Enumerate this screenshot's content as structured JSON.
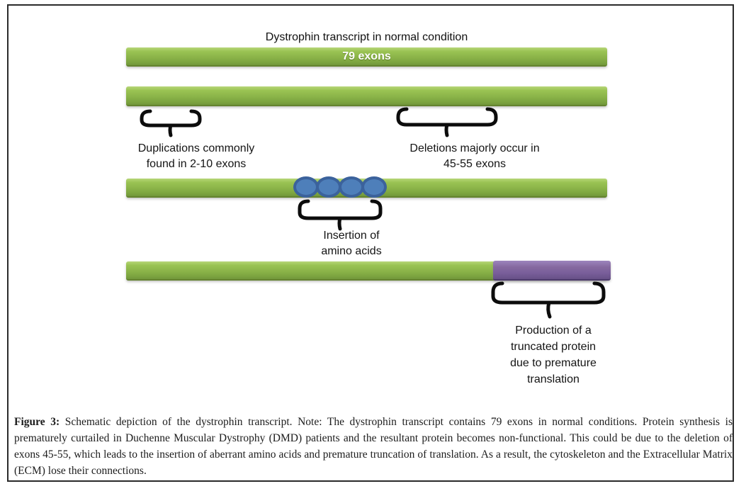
{
  "diagram": {
    "title": "Dystrophin transcript in normal condition",
    "normal_bar_label": "79 exons",
    "amino_acid_count": 4,
    "annotations": {
      "duplications": "Duplications commonly\nfound in 2-10 exons",
      "deletions": "Deletions majorly occur in\n45-55 exons",
      "insertion": "Insertion of\namino acids",
      "truncation": "Production of a\ntruncated protein\ndue to premature\ntranslation"
    },
    "colors": {
      "exon_green": "#8bb449",
      "truncated_purple": "#7a5f9b",
      "amino_acid_blue": "#4e7fba",
      "amino_acid_border": "#3b629c",
      "brace_black": "#0c0c0c"
    }
  },
  "caption": {
    "label": "Figure 3:",
    "text": "Schematic depiction of the dystrophin transcript. Note: The dystrophin transcript contains 79 exons in normal conditions. Protein synthesis is prematurely curtailed in Duchenne Muscular Dystrophy (DMD) patients and the resultant protein becomes non-functional. This could be due to the deletion of exons 45-55, which leads to the insertion of aberrant amino acids and premature truncation of translation. As a result, the cytoskeleton and the Extracellular Matrix (ECM) lose their connections."
  }
}
